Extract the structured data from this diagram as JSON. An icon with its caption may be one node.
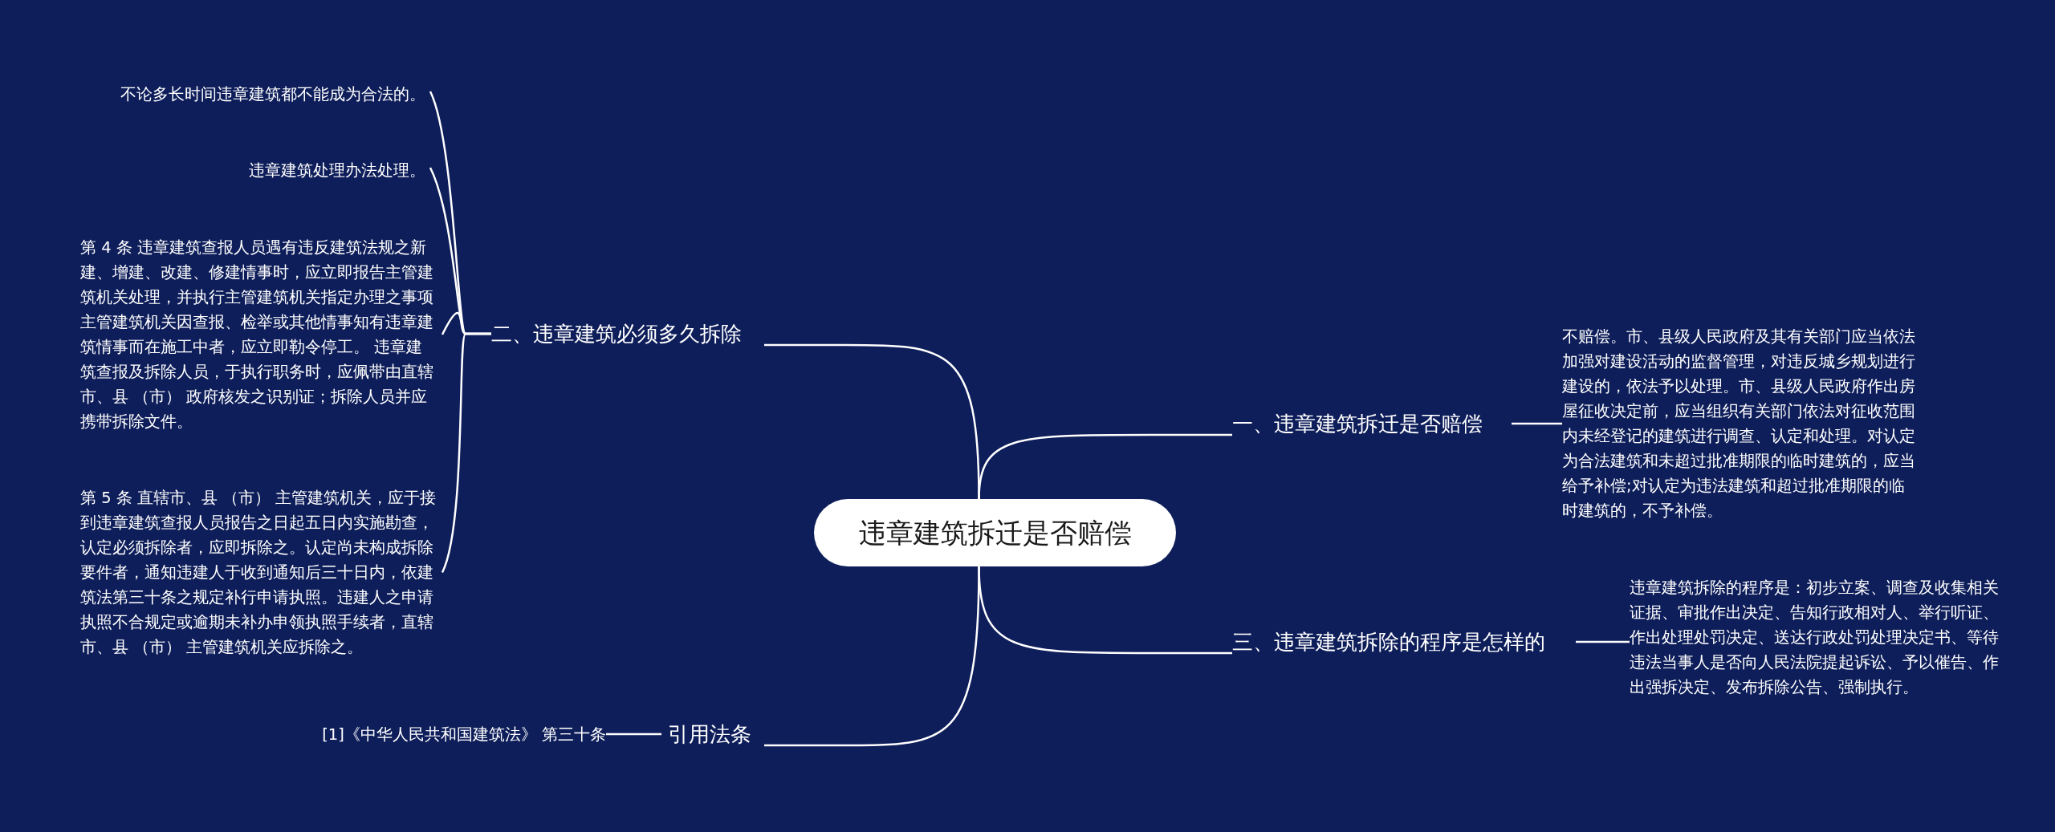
{
  "diagram": {
    "nodes": [
      {
        "text": [
          "违章建筑拆迁是否赔偿"
        ]
      },
      {
        "text": [
          "一、违章建筑拆迁是否赔偿"
        ]
      },
      {
        "text": [
          "不赔偿。市、县级人民政府及其有关部门应当依法加强对建设活动的监督管理，对违反城乡规划进行建设的，依法予以处理。市、县级人民政府作出房屋征收决定前，应当组织有关部门依法对征收范围内未经登记的建筑进行调查、认定和处理。对认定为合法建筑和未超过批准期限的临时建筑的，应当给予补偿;对认定为违法建筑和超过批准期限的临时建筑的，不予补偿。"
        ]
      },
      {
        "text": [
          "三、违章建筑拆除的程序是怎样的"
        ]
      },
      {
        "text": [
          "违章建筑拆除的程序是：初步立案、调查及收集相关证据、审批作出决定、告知行政相对人、举行听证、作出处理处罚决定、送达行政处罚处理决定书、等待违法当事人是否向人民法院提起诉讼、予以催告、作出强拆决定、发布拆除公告、强制执行。"
        ]
      },
      {
        "text": [
          "二、违章建筑必须多久拆除"
        ]
      },
      {
        "text": [
          "不论多长时间违章建筑都不能成为合法的。"
        ]
      },
      {
        "text": [
          "违章建筑处理办法处理。"
        ]
      },
      {
        "text": [
          "第 4 条 违章建筑查报人员遇有违反建筑法规之新建、增建、改建、修建情事时，应立即报告主管建筑机关处理，并执行主管建筑机关指定办理之事项主管建筑机关因查报、检举或其他情事知有违章建筑情事而在施工中者，应立即勒令停工。 违章建筑查报及拆除人员，于执行职务时，应佩带由直辖市、县 （市） 政府核发之识别证；拆除人员并应携带拆除文件。"
        ]
      },
      {
        "text": [
          "第 5 条 直辖市、县 （市） 主管建筑机关，应于接到违章建筑查报人员报告之日起五日内实施勘查，认定必须拆除者，应即拆除之。认定尚未构成拆除要件者，通知违建人于收到通知后三十日内，依建筑法第三十条之规定补行申请执照。违建人之申请执照不合规定或逾期未补办申领执照手续者，直辖市、县 （市） 主管建筑机关应拆除之。"
        ]
      },
      {
        "text": [
          "引用法条"
        ]
      },
      {
        "text": [
          "[1]《中华人民共和国建筑法》 第三十条"
        ]
      }
    ],
    "edges": [
      {
        "from": 0,
        "to": 1,
        "arrow": "none"
      },
      {
        "from": 0,
        "to": 3,
        "arrow": "none"
      },
      {
        "from": 0,
        "to": 5,
        "arrow": "none"
      },
      {
        "from": 0,
        "to": 10,
        "arrow": "none"
      },
      {
        "from": 1,
        "to": 2,
        "arrow": "none"
      },
      {
        "from": 3,
        "to": 4,
        "arrow": "none"
      },
      {
        "from": 5,
        "to": 6,
        "arrow": "none"
      },
      {
        "from": 5,
        "to": 7,
        "arrow": "none"
      },
      {
        "from": 5,
        "to": 8,
        "arrow": "none"
      },
      {
        "from": 5,
        "to": 9,
        "arrow": "none"
      },
      {
        "from": 10,
        "to": 11,
        "arrow": "none"
      }
    ]
  }
}
